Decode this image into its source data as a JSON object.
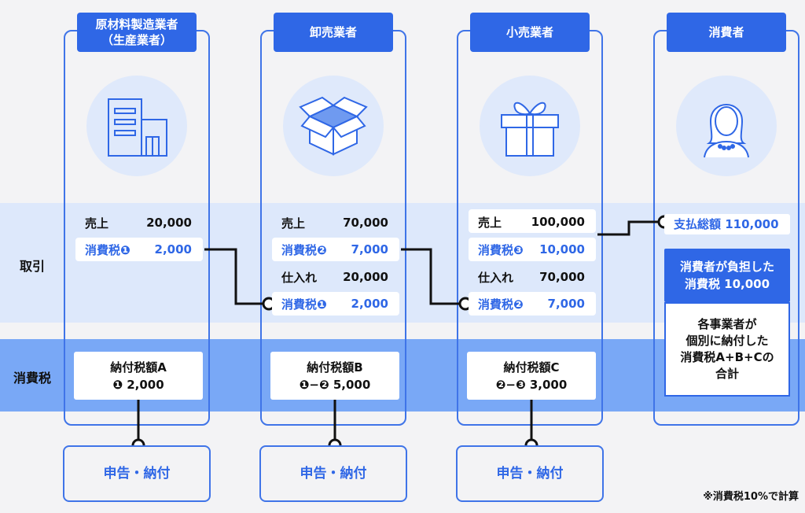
{
  "rows": {
    "trade": "取引",
    "tax": "消費税"
  },
  "columns": [
    {
      "title": "原材料製造業者",
      "subtitle": "（生産業者）",
      "icon": "building-icon"
    },
    {
      "title": "卸売業者",
      "icon": "box-icon"
    },
    {
      "title": "小売業者",
      "icon": "gift-icon"
    },
    {
      "title": "消費者",
      "icon": "person-icon"
    }
  ],
  "manufacturer": {
    "sales_label": "売上",
    "sales_value": "20,000",
    "tax_label": "消費税❶",
    "tax_value": "2,000",
    "due_label": "納付税額A",
    "due_value": "❶ 2,000"
  },
  "wholesaler": {
    "sales_label": "売上",
    "sales_value": "70,000",
    "tax_label": "消費税❷",
    "tax_value": "7,000",
    "purchase_label": "仕入れ",
    "purchase_value": "20,000",
    "ptax_label": "消費税❶",
    "ptax_value": "2,000",
    "due_label": "納付税額B",
    "due_value": "❶−❷ 5,000"
  },
  "retailer": {
    "sales_label": "売上",
    "sales_value": "100,000",
    "tax_label": "消費税❸",
    "tax_value": "10,000",
    "purchase_label": "仕入れ",
    "purchase_value": "70,000",
    "ptax_label": "消費税❷",
    "ptax_value": "7,000",
    "due_label": "納付税額C",
    "due_value": "❷−❸ 3,000"
  },
  "consumer": {
    "pay": "支払総額 110,000",
    "burden_line1": "消費者が負担した",
    "burden_line2": "消費税 10,000",
    "sum_lines": [
      "各事業者が",
      "個別に納付した",
      "消費税A+B+Cの",
      "合計"
    ]
  },
  "file_button": "申告・納付",
  "note": "※消費税10%で計算",
  "colors": {
    "primary": "#2f67e6",
    "band_light": "#dde8fb",
    "band_dark": "#79a8f6"
  }
}
